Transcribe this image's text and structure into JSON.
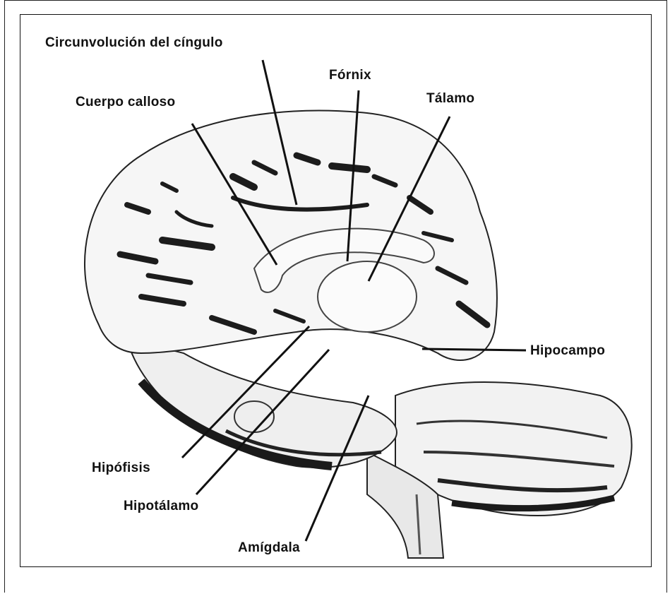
{
  "labels": {
    "cingulate": "Circunvolución del cíngulo",
    "fornix": "Fórnix",
    "corpus_callosum": "Cuerpo calloso",
    "thalamus": "Tálamo",
    "hippocampus": "Hipocampo",
    "pituitary": "Hipófisis",
    "hypothalamus": "Hipotálamo",
    "amygdala": "Amígdala"
  },
  "colors": {
    "ink": "#111111",
    "brain_fill": "#f4f4f4",
    "sulci": "#1c1c1c",
    "shadow": "#2a2a2a"
  }
}
